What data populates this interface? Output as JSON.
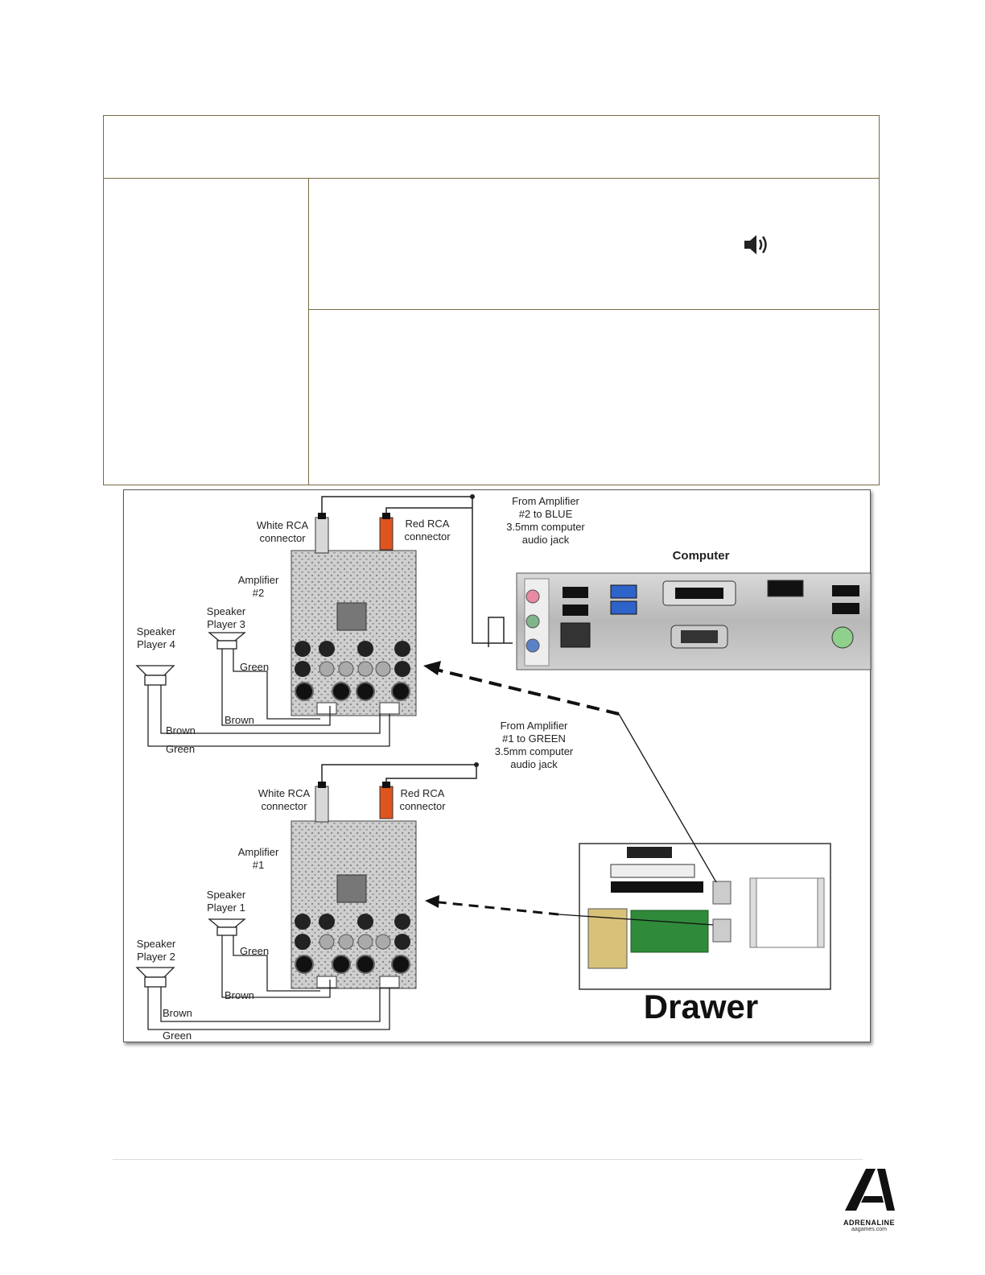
{
  "diagram": {
    "labels": {
      "white_rca_2": [
        "White RCA",
        "connector"
      ],
      "red_rca_2": [
        "Red RCA",
        "connector"
      ],
      "from_amp2": [
        "From Amplifier",
        "#2 to BLUE",
        "3.5mm computer",
        "audio jack"
      ],
      "computer": "Computer",
      "amplifier_2": [
        "Amplifier",
        "#2"
      ],
      "speaker_p3": [
        "Speaker",
        "Player 3"
      ],
      "speaker_p4": [
        "Speaker",
        "Player 4"
      ],
      "green_a": "Green",
      "brown_a": "Brown",
      "brown_b": "Brown",
      "green_b": "Green",
      "from_amp1": [
        "From Amplifier",
        "#1 to GREEN",
        "3.5mm computer",
        "audio jack"
      ],
      "white_rca_1": [
        "White RCA",
        "connector"
      ],
      "red_rca_1": [
        "Red RCA",
        "connector"
      ],
      "amplifier_1": [
        "Amplifier",
        "#1"
      ],
      "speaker_p1": [
        "Speaker",
        "Player 1"
      ],
      "speaker_p2": [
        "Speaker",
        "Player 2"
      ],
      "green_c": "Green",
      "brown_c": "Brown",
      "brown_d": "Brown",
      "green_d": "Green",
      "drawer": "Drawer"
    },
    "colors": {
      "white_rca": "#d8d8d8",
      "red_rca": "#e0541f",
      "jack_pink": "#e88aa2",
      "jack_green": "#7fb58a",
      "jack_blue": "#5a82c8",
      "usb3_blue": "#2e63c9",
      "pcb_green": "#2f8a3a"
    }
  },
  "footer": {
    "logo_name": "ADRENALINE",
    "logo_url": "aagames.com"
  }
}
